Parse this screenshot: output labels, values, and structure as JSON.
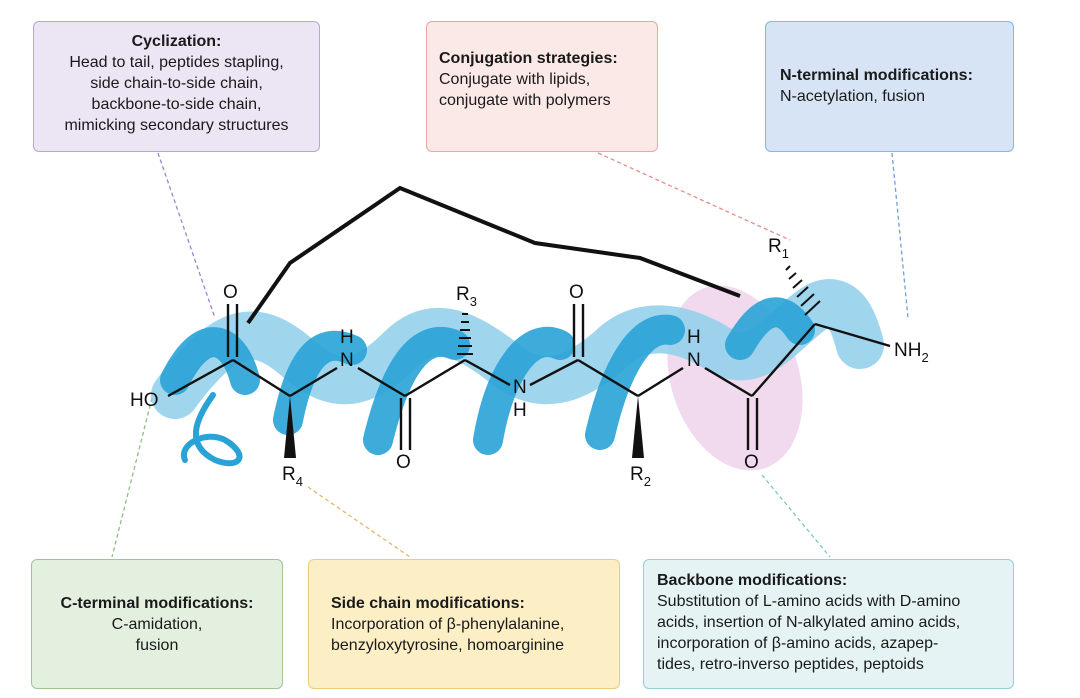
{
  "boxes": {
    "cyclization": {
      "title": "Cyclization:",
      "body": "Head to tail, peptides stapling,\nside chain-to-side chain,\nbackbone-to-side chain,\nmimicking secondary structures",
      "color": "#ebe5f4"
    },
    "conjugation": {
      "title": "Conjugation strategies:",
      "body": "Conjugate with lipids,\nconjugate with polymers",
      "color": "#fbe9e8"
    },
    "nterm": {
      "title": "N-terminal modifications:",
      "body": "N-acetylation, fusion",
      "color": "#d6e4f5"
    },
    "cterm": {
      "title": "C-terminal modifications:",
      "body": "C-amidation,\nfusion",
      "color": "#e3efdf"
    },
    "sidechain": {
      "title": "Side chain modifications:",
      "body": "Incorporation of β-phenylalanine,\nbenzyloxytyrosine, homoarginine",
      "color": "#fcefc5"
    },
    "backbone": {
      "title": "Backbone modifications:",
      "body": "Substitution of L-amino acids with D-amino\nacids, insertion of N-alkylated amino acids,\nincorporation of β-amino acids, azapep-\ntides, retro-inverso peptides, peptoids",
      "color": "#e5f3f4"
    }
  },
  "molecule": {
    "ho": "HO",
    "nh2_main": "NH",
    "nh2_sub": "2",
    "nh": "N",
    "h": "H",
    "o": "O",
    "r": "R",
    "r1_sub": "1",
    "r2_sub": "2",
    "r3_sub": "3",
    "r4_sub": "4"
  },
  "colors": {
    "helix_dark": "#29a3d6",
    "helix_light": "#8fcfea",
    "highlight": "#e7bfe3",
    "bond": "#111111"
  }
}
